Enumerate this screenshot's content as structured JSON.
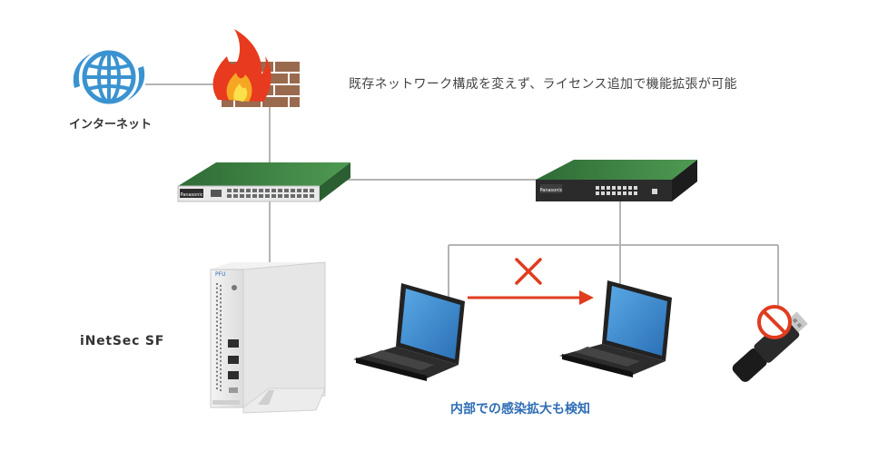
{
  "labels": {
    "internet": "インターネット",
    "tagline": "既存ネットワーク構成を変えず、ライセンス追加で機能拡張が可能",
    "product": "iNetSec SF",
    "detection": "内部での感染拡大も検知"
  },
  "device_text": {
    "switch_brand": "Panasonic",
    "appliance_brand": "PFU"
  },
  "icons": {
    "internet": "globe-icon",
    "firewall": "firewall-icon",
    "blocked": "prohibited-icon",
    "spread_blocked": "cross-mark-icon"
  },
  "colors": {
    "line": "#b4b4b4",
    "globe": "#3a93d1",
    "fire": "#e83a1f",
    "brick": "#9a6a4e",
    "switch_green": "#3f7f45",
    "arrow_red": "#e03c1e",
    "detect_blue": "#2e6db5",
    "laptop_screen": "#3b8fd6"
  }
}
